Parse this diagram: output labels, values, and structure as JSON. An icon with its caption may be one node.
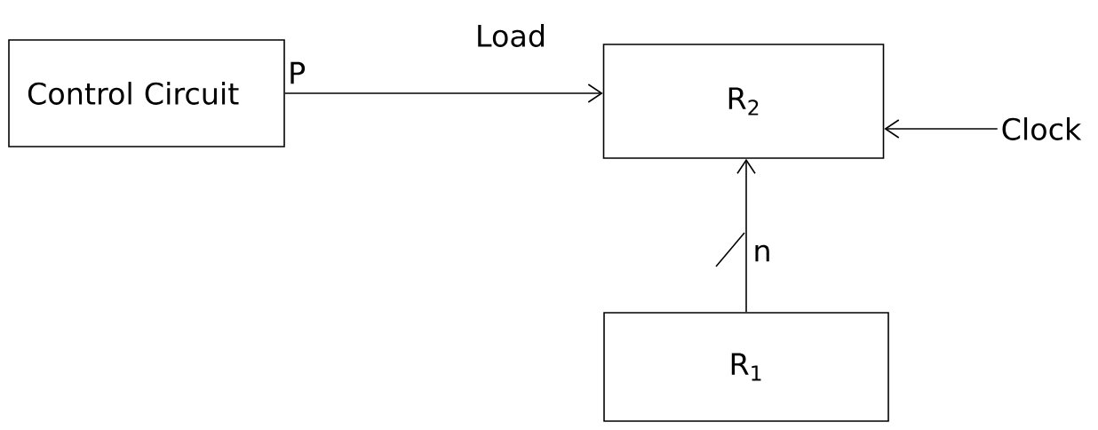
{
  "diagram": {
    "nodes": [
      {
        "text": [
          "Control Circuit"
        ],
        "beside": [
          "P"
        ]
      },
      {
        "text": [
          "R$_{2}$"
        ]
      },
      {
        "text": [
          "Clock"
        ]
      },
      {
        "text": [
          "R$_{1}$"
        ]
      }
    ],
    "edges": [
      {
        "from": 0,
        "to": 1,
        "arrow": "to",
        "label": "Load"
      },
      {
        "from": 2,
        "to": 1,
        "arrow": "to"
      },
      {
        "from": 3,
        "to": 1,
        "arrow": "to",
        "label": "n"
      }
    ]
  }
}
